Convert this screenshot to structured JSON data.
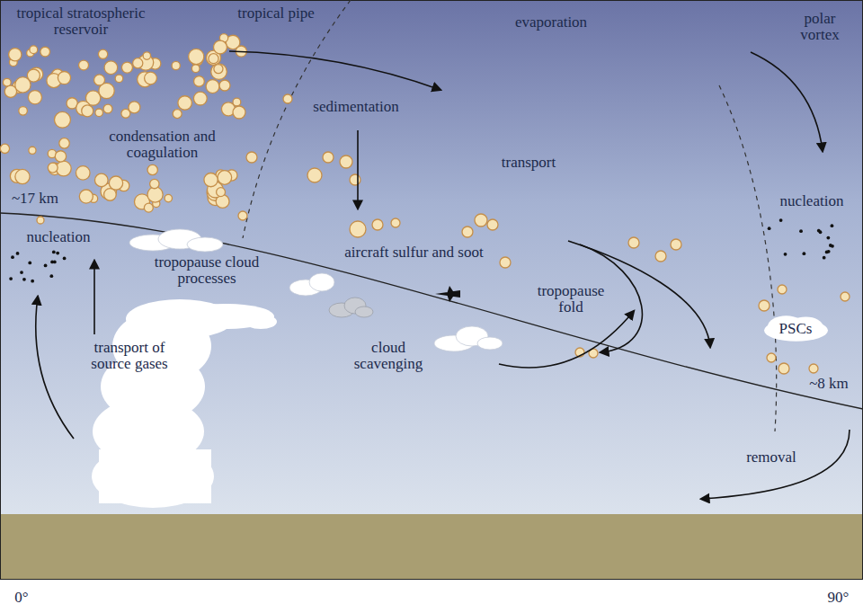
{
  "diagram": {
    "nodes": [
      {
        "text": [
          "PSCs"
        ]
      }
    ],
    "labels": [
      "tropical stratospheric reservoir",
      "tropical pipe",
      "evaporation",
      "polar vortex",
      "sedimentation",
      "condensation and coagulation",
      "transport",
      "~17 km",
      "nucleation",
      "nucleation",
      "tropopause cloud processes",
      "aircraft sulfur and soot",
      "tropopause fold",
      "transport of source gases",
      "cloud scavenging",
      "~8 km",
      "removal",
      "0°",
      "90°"
    ]
  }
}
